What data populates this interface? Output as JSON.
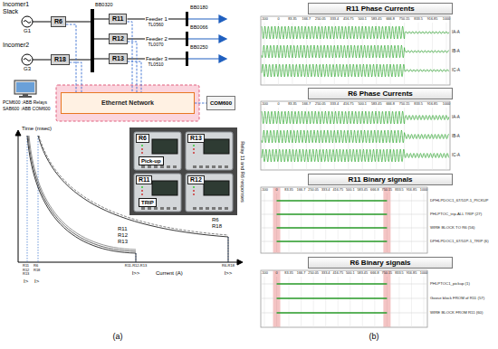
{
  "diagram": {
    "nodes": [
      {
        "text": [
          "R6"
        ]
      },
      {
        "text": [
          "R18"
        ]
      },
      {
        "text": [
          "BB0320"
        ]
      },
      {
        "text": [
          "R11"
        ]
      },
      {
        "text": [
          "R12"
        ]
      },
      {
        "text": [
          "R13"
        ]
      },
      {
        "text": [
          "BB0180"
        ]
      },
      {
        "text": [
          "BB0066"
        ]
      },
      {
        "text": [
          "BB0250"
        ]
      },
      {
        "text": [
          "Ethernet Network"
        ]
      },
      {
        "text": [
          "COM600"
        ]
      },
      {
        "text": [
          "R6"
        ]
      },
      {
        "text": [
          "Pick-up"
        ],
        "in": 11
      },
      {
        "text": [
          "R13"
        ]
      },
      {
        "text": [
          "R11"
        ]
      },
      {
        "text": [
          "TRIP"
        ],
        "in": 14
      },
      {
        "text": [
          "R12"
        ]
      },
      {
        "text": [
          "R11 Phase Currents"
        ]
      },
      {
        "text": [
          "R6 Phase Currents"
        ]
      },
      {
        "text": [
          "R11 Binary signals"
        ]
      },
      {
        "text": [
          "R6 Binary signals"
        ]
      }
    ],
    "edges": [
      {
        "from": 0,
        "to": 2,
        "arrow": "none"
      },
      {
        "from": 1,
        "to": 2,
        "arrow": "none"
      },
      {
        "from": 2,
        "to": 3,
        "arrow": "none"
      },
      {
        "from": 2,
        "to": 4,
        "arrow": "none"
      },
      {
        "from": 2,
        "to": 5,
        "arrow": "none"
      },
      {
        "from": 3,
        "to": 6,
        "label": "Feeder 1",
        "arrow": "none"
      },
      {
        "from": 4,
        "to": 7,
        "label": "Feeder 2",
        "arrow": "none"
      },
      {
        "from": 5,
        "to": 8,
        "label": "Feeder 3",
        "arrow": "none"
      },
      {
        "from": 0,
        "to": 9,
        "arrow": "none"
      },
      {
        "from": 1,
        "to": 9,
        "arrow": "none"
      },
      {
        "from": 3,
        "to": 9,
        "arrow": "none"
      },
      {
        "from": 4,
        "to": 9,
        "arrow": "none"
      },
      {
        "from": 5,
        "to": 9,
        "arrow": "none"
      },
      {
        "from": 9,
        "to": 10,
        "arrow": "none"
      }
    ],
    "labels": [
      "Incomer1 Slack",
      "G1",
      "Incomer2",
      "G3",
      "TL0560",
      "TL0070",
      "TL0510",
      "PCM600 :ABB Relays",
      "SAB600 :ABB COM600",
      "Time (msec)",
      "R6",
      "R18",
      "R11",
      "R12",
      "R13",
      "R11 R12 R13",
      "R6 R18",
      "I>",
      "I>",
      "R11-R12-R13",
      "R6-R18",
      "I>>",
      "I>>",
      "Current (A)",
      "Relay 11 and R6 responses",
      "(a)",
      "(b)",
      "-100",
      "0",
      "83.35",
      "166.7",
      "250.05",
      "333.4",
      "416.75",
      "500.1",
      "583.45",
      "666.8",
      "750.15",
      "833.5",
      "916.85",
      "1000",
      "-100",
      "0",
      "83.35",
      "166.7",
      "250.05",
      "333.4",
      "416.75",
      "500.1",
      "583.45",
      "666.8",
      "750.15",
      "833.5",
      "916.85",
      "1000",
      "-100",
      "0",
      "83.35",
      "166.7",
      "250.05",
      "333.4",
      "416.75",
      "500.1",
      "583.45",
      "666.8",
      "750.15",
      "833.5",
      "916.85",
      "1000",
      "-100",
      "0",
      "83.35",
      "166.7",
      "250.05",
      "333.4",
      "416.75",
      "500.1",
      "583.45",
      "666.8",
      "750.15",
      "833.5",
      "916.85",
      "1000",
      "IA-A",
      "IB-A",
      "IC-A",
      "IA-A",
      "IB-A",
      "IC-A",
      "DPHLPDOC1_67/51P-1_PICKUP",
      "PHLPTOC_trip-ALL TRIP (27)",
      "WIRE BLOCK TO R6 (56)",
      "DPHLPDOC1_67/51P-1_TRIP (6)",
      "PHLPTOC1_pickup (1)",
      "Goose block FROM of R11 (57)",
      "WIRE BLOCK FROM R11 (60)"
    ]
  }
}
